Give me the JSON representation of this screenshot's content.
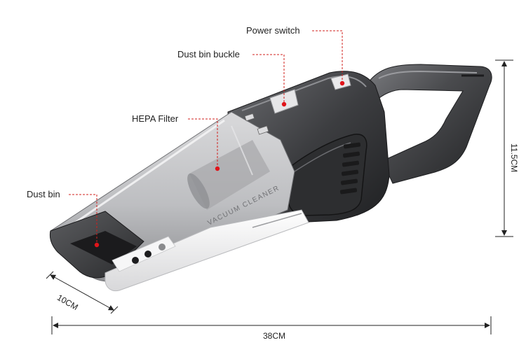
{
  "labels": {
    "power_switch": "Power switch",
    "dust_bin_buckle": "Dust bin buckle",
    "hepa_filter": "HEPA Filter",
    "dust_bin": "Dust bin",
    "product_text": "VACUUM CLEANER"
  },
  "dimensions": {
    "length": "38CM",
    "height": "11.5CM",
    "depth": "10CM"
  },
  "colors": {
    "leader_line": "#d0201e",
    "marker": "#e0141a",
    "body_dark": "#3a3a3c",
    "body_mid": "#5a5b5e",
    "shell_white": "#f2f2f2",
    "dimension_line": "#222222"
  }
}
